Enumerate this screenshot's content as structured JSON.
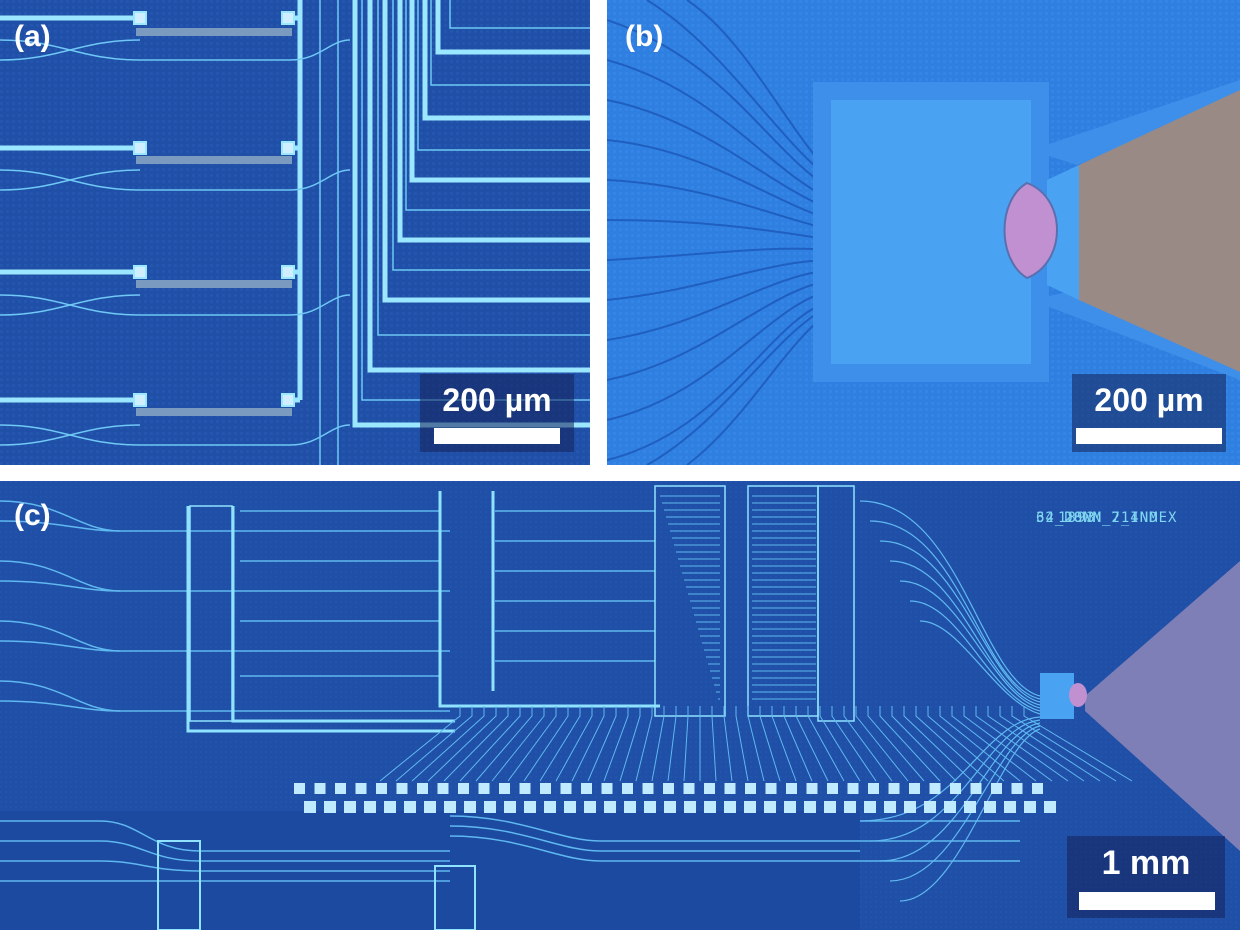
{
  "panels": {
    "a": {
      "label": "(a)",
      "scale": "200 µm"
    },
    "b": {
      "label": "(b)",
      "scale": "200 µm"
    },
    "c": {
      "label": "(c)",
      "scale": "1 mm",
      "chip_label": [
        "32_28NM_714NM",
        "64_DOWN_2_INDEX",
        "1893"
      ]
    }
  },
  "colors": {
    "substrate": "#1f4fa6",
    "substrate_light": "#2f7fe0",
    "waveguide": "#8fe3ff",
    "pad": "#cfeeff",
    "slab": "#4aa3f2",
    "taper": "#9a8a85",
    "lens": "#c090d0"
  }
}
